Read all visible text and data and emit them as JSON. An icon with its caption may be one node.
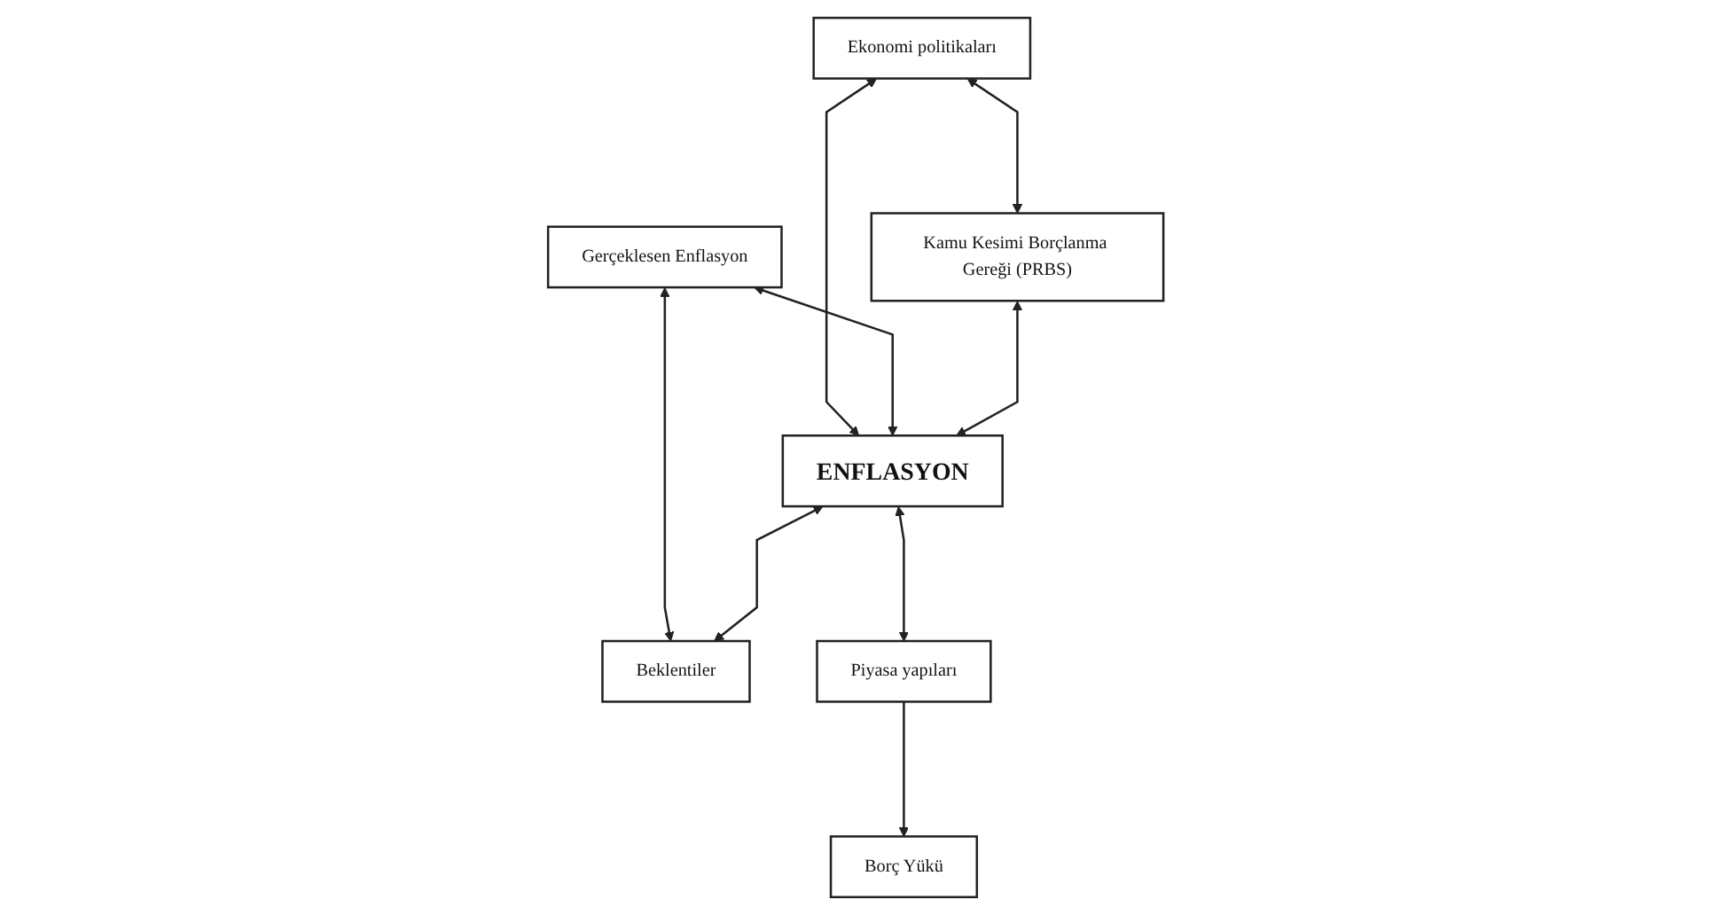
{
  "diagram": {
    "nodes": [
      {
        "text": [
          "Ekonomi politikaları"
        ]
      },
      {
        "text": [
          "Gerçeklesen Enflasyon"
        ]
      },
      {
        "text": [
          "ENFLASYON"
        ]
      },
      {
        "text": [
          "Kamu Kesimi Borçlanma Gereği (PRBS)"
        ]
      },
      {
        "text": [
          "Beklentiler"
        ]
      },
      {
        "text": [
          "Piyasa yapıları"
        ]
      },
      {
        "text": [
          "Borç Yükü"
        ]
      }
    ],
    "edges": [
      {
        "from": 0,
        "to": 2,
        "arrow": "both"
      },
      {
        "from": 1,
        "to": 2,
        "arrow": "both"
      },
      {
        "from": 0,
        "to": 3,
        "arrow": "both"
      },
      {
        "from": 1,
        "to": 4,
        "arrow": "both"
      },
      {
        "from": 3,
        "to": 2,
        "arrow": "both"
      },
      {
        "from": 2,
        "to": 4,
        "arrow": "both"
      },
      {
        "from": 2,
        "to": 5,
        "arrow": "both"
      },
      {
        "from": 5,
        "to": 6,
        "arrow": "to"
      }
    ]
  }
}
